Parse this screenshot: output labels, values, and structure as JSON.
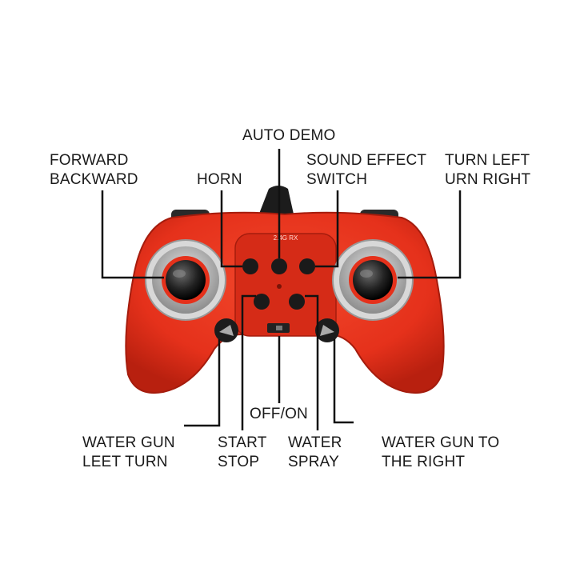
{
  "labels": {
    "auto_demo": [
      "AUTO DEMO"
    ],
    "forward_backward": [
      "FORWARD",
      "BACKWARD"
    ],
    "horn": [
      "HORN"
    ],
    "sound_effect_switch": [
      "SOUND EFFECT",
      "SWITCH"
    ],
    "turn_left_right": [
      "TURN LEFT",
      "URN RIGHT"
    ],
    "off_on": [
      "OFF/ON"
    ],
    "water_gun_left": [
      "WATER GUN",
      "LEET TURN"
    ],
    "start_stop": [
      "START",
      "STOP"
    ],
    "water_spray": [
      "WATER",
      "SPRAY"
    ],
    "water_gun_right": [
      "WATER GUN TO",
      "THE RIGHT"
    ]
  },
  "controller": {
    "face_text": "2.4G RX"
  },
  "colors": {
    "body_red": "#e8321c",
    "body_dark_red": "#b8200f",
    "stick_ring": "#b9b9b9",
    "button_black": "#1a1a1a",
    "leader_line": "#111111"
  }
}
